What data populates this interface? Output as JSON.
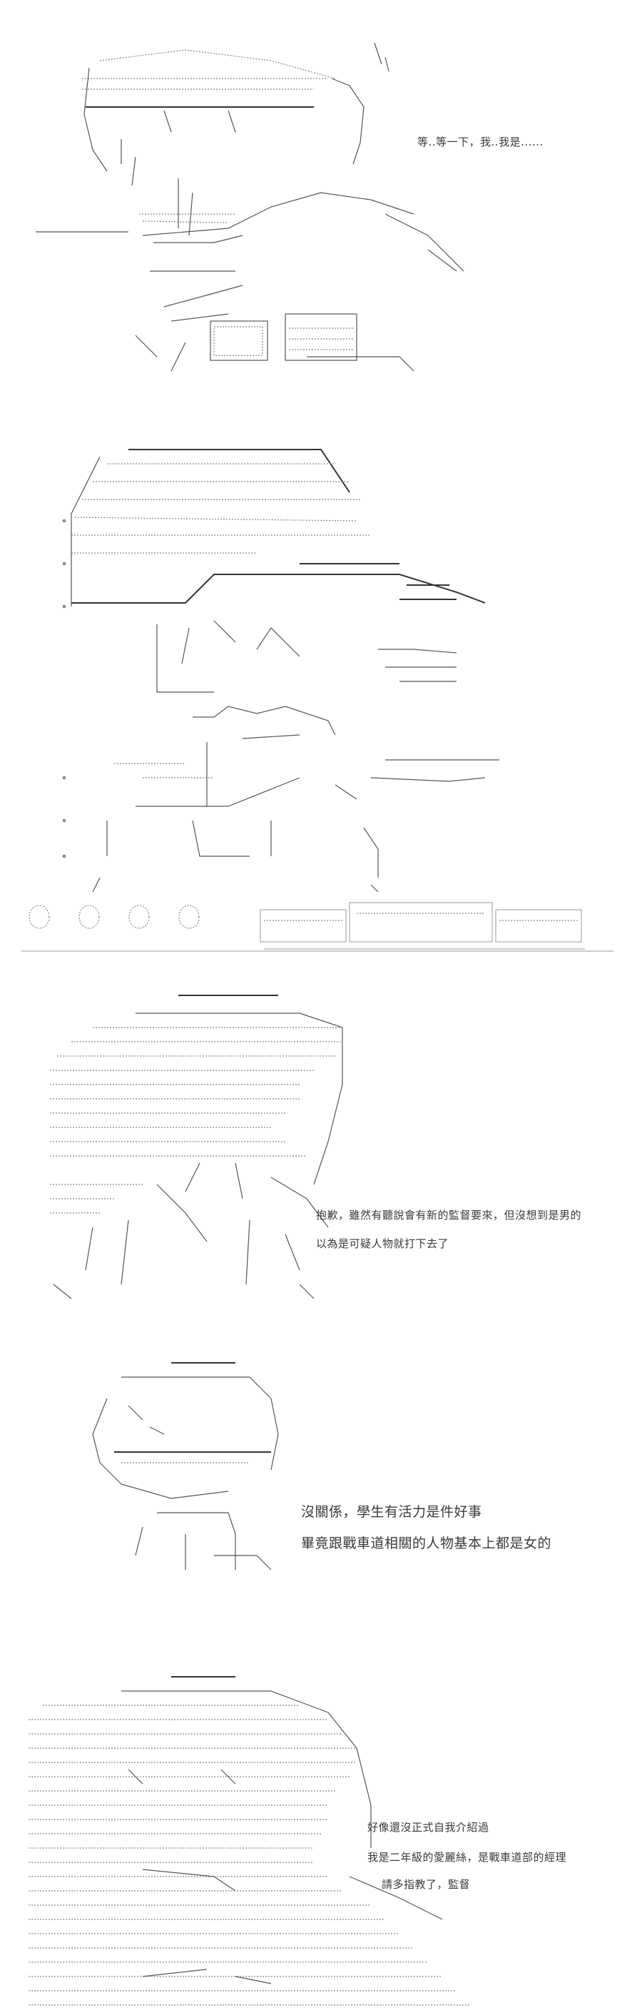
{
  "panels": [
    {
      "id": "panel-1",
      "dialogue": [
        "等..等一下，我..我是......"
      ]
    },
    {
      "id": "panel-2",
      "dialogue": []
    },
    {
      "id": "panel-3",
      "dialogue": []
    },
    {
      "id": "panel-4",
      "dialogue": [
        "抱歉，雖然有聽說會有新的監督要來，但沒想到是男的",
        "以為是可疑人物就打下去了"
      ]
    },
    {
      "id": "panel-5",
      "dialogue": [
        "沒關係，學生有活力是件好事",
        "畢竟跟戰車道相關的人物基本上都是女的"
      ]
    },
    {
      "id": "panel-6",
      "dialogue": [
        "好像還沒正式自我介紹過",
        "我是二年級的愛麗絲，是戰車道部的經理",
        "請多指教了，監督"
      ]
    }
  ]
}
